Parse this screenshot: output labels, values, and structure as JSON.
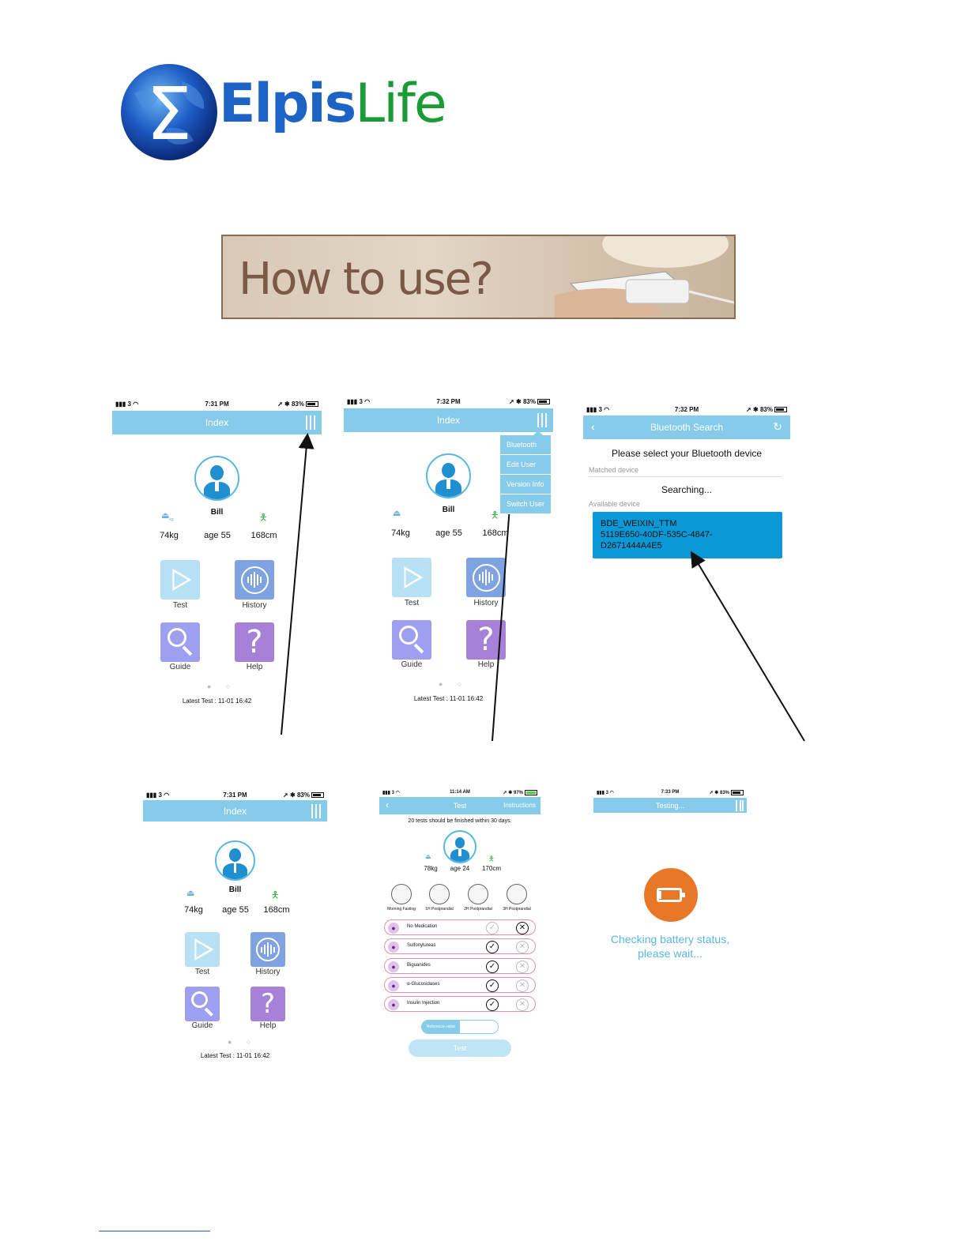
{
  "logo": {
    "part1": "Elpis",
    "part2": "Life",
    "symbol": "Σ"
  },
  "banner": {
    "text": "How to use?"
  },
  "status": {
    "signal": "3",
    "battery": "83%",
    "battery_test": "97%",
    "times": [
      "7:31 PM",
      "7:32 PM",
      "7:32 PM",
      "7:31 PM",
      "11:14 AM",
      "7:33 PM"
    ]
  },
  "index": {
    "title": "Index",
    "user": "Bill",
    "weight": "74kg",
    "age": "age 55",
    "height": "168cm",
    "scale_unit": "kg",
    "tiles": {
      "test": "Test",
      "history": "History",
      "guide": "Guide",
      "help": "Help"
    },
    "latest": "Latest Test : 11-01 16:42"
  },
  "menu": {
    "items": [
      "Bluetooth",
      "Edit User",
      "Version Info",
      "Switch User"
    ]
  },
  "bluetooth": {
    "title": "Bluetooth Search",
    "heading": "Please select your Bluetooth device",
    "matched": "Matched device",
    "searching": "Searching...",
    "available": "Available device",
    "device": [
      "BDE_WEIXIN_TTM",
      "5119E650-40DF-535C-4847-",
      "D2671444A4E5"
    ]
  },
  "test": {
    "title": "Test",
    "instructions": "Instructions",
    "note": "20 tests should be finished within 30 days.",
    "weight": "78kg",
    "age": "age 24",
    "height": "170cm",
    "times": [
      "Morning Fasting",
      "1H Postprandial",
      "2H Postprandial",
      "3H Postprandial"
    ],
    "meds": [
      "No Medication",
      "Sulfonylureas",
      "Biguanides",
      "α-Glucosidases",
      "Insulin Injection"
    ],
    "ref": "Reference value",
    "button": "Test"
  },
  "testing": {
    "title": "Testing...",
    "message1": "Checking battery status,",
    "message2": "please wait..."
  },
  "colors": {
    "nav": "#86ccea",
    "device": "#0b98d6",
    "battery": "#e87828",
    "logo_blue": "#1d63c6",
    "logo_green": "#1a9b35"
  }
}
